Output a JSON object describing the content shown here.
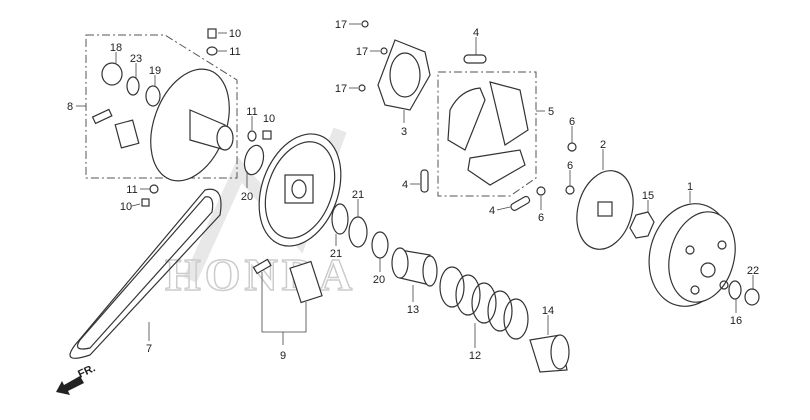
{
  "watermark": "HONDA",
  "direction_label": "FR.",
  "callouts": {
    "c10a": "10",
    "c11a": "11",
    "c18": "18",
    "c23": "23",
    "c19": "19",
    "c8": "8",
    "c11b": "11",
    "c10b": "10",
    "c20a": "20",
    "c11c": "11",
    "c10c": "10",
    "c17a": "17",
    "c17b": "17",
    "c17c": "17",
    "c4a": "4",
    "c3": "3",
    "c5": "5",
    "c6a": "6",
    "c2": "2",
    "c6b": "6",
    "c15": "15",
    "c1": "1",
    "c4b": "4",
    "c4c": "4",
    "c6c": "6",
    "c21a": "21",
    "c21b": "21",
    "c20b": "20",
    "c13": "13",
    "c12": "12",
    "c14": "14",
    "c16": "16",
    "c22": "22",
    "c7": "7",
    "c9": "9"
  }
}
